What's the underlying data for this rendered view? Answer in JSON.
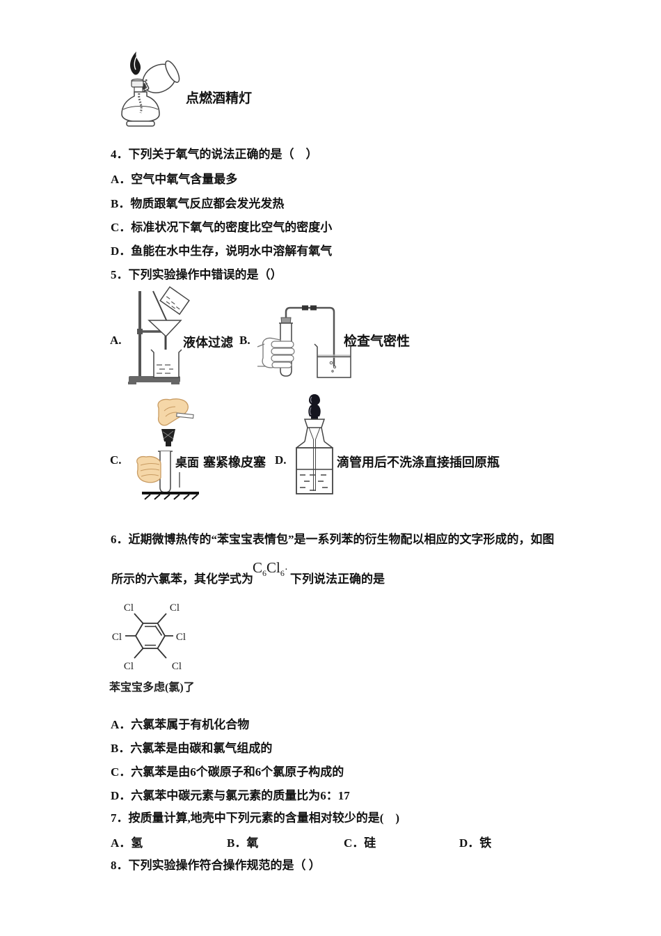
{
  "colors": {
    "ink": "#121212",
    "line": "#444444",
    "skin": "#f5d7a8",
    "dark_rubber": "#222222"
  },
  "figures": {
    "lamp": {
      "caption": "点燃酒精灯"
    },
    "filter": {
      "label": "A.",
      "caption": "液体过滤"
    },
    "airtight": {
      "label": "B.",
      "caption": "检查气密性"
    },
    "stopper": {
      "label": "C.",
      "table_label": "桌面",
      "caption": "塞紧橡皮塞"
    },
    "dropper": {
      "label": "D.",
      "caption": "滴管用后不洗涤直接插回原瓶"
    }
  },
  "q4": {
    "text": "4．下列关于氧气的说法正确的是（　）",
    "options": [
      "A．空气中氧气含量最多",
      "B．物质跟氧气反应都会发光发热",
      "C．标准状况下氧气的密度比空气的密度小",
      "D．鱼能在水中生存，说明水中溶解有氧气"
    ]
  },
  "q5": {
    "text": "5．下列实验操作中错误的是（）"
  },
  "q6": {
    "line1": "6．近期微博热传的“苯宝宝表情包”是一系列苯的衍生物配以相应的文字形成的，如图",
    "line2_pre": "所示的六氯苯，其化学式为",
    "formula": {
      "el1": "C",
      "sub1": "6",
      "el2": "Cl",
      "sub2": "6",
      "dot": "·"
    },
    "line2_post": "下列说法正确的是",
    "structure": {
      "cl": [
        "Cl",
        "Cl",
        "Cl",
        "Cl",
        "Cl",
        "Cl"
      ],
      "caption": "苯宝宝多虑(氯)了"
    },
    "options": [
      "A．六氯苯属于有机化合物",
      "B．六氯苯是由碳和氯气组成的",
      "C．六氯苯是由6个碳原子和6个氯原子构成的",
      "D．六氯苯中碳元素与氯元素的质量比为6：17"
    ]
  },
  "q7": {
    "text": "7．按质量计算,地壳中下列元素的含量相对较少的是(　)",
    "options": [
      "A．氢",
      "B．氧",
      "C．硅",
      "D．铁"
    ]
  },
  "q8": {
    "text": "8．下列实验操作符合操作规范的是（ ）"
  }
}
